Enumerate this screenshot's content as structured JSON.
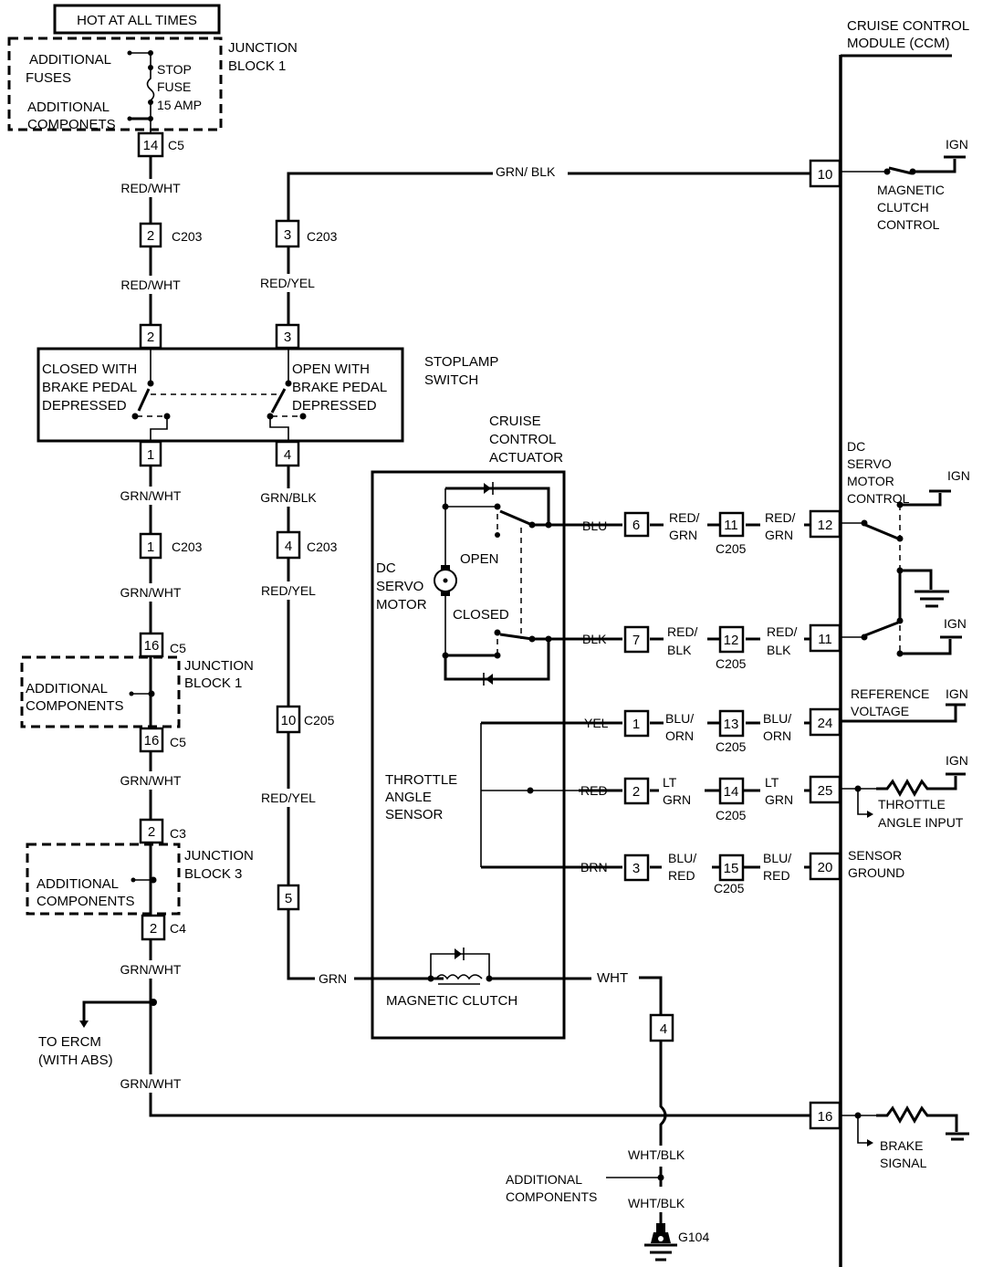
{
  "diagram": {
    "power_label": "HOT AT ALL TIMES",
    "junction_block_1_top": {
      "title_line1": "JUNCTION",
      "title_line2": "BLOCK 1",
      "left_top_line1": "ADDITIONAL",
      "left_top_line2": "FUSES",
      "left_bottom_line1": "ADDITIONAL",
      "left_bottom_line2": "COMPONETS",
      "fuse_line1": "STOP",
      "fuse_line2": "FUSE",
      "fuse_line3": "15 AMP"
    },
    "ccm": {
      "title_line1": "CRUISE CONTROL",
      "title_line2": "MODULE (CCM)",
      "magnetic_clutch_control": [
        "MAGNETIC",
        "CLUTCH",
        "CONTROL"
      ],
      "dc_servo_motor_control": [
        "DC",
        "SERVO",
        "MOTOR",
        "CONTROL"
      ],
      "reference_voltage": [
        "REFERENCE",
        "VOLTAGE"
      ],
      "throttle_angle_input": [
        "THROTTLE",
        "ANGLE INPUT"
      ],
      "sensor_ground": [
        "SENSOR",
        "GROUND"
      ],
      "brake_signal": [
        "BRAKE",
        "SIGNAL"
      ],
      "ign": "IGN",
      "pins": {
        "p10": "10",
        "p12": "12",
        "p11": "11",
        "p24": "24",
        "p25": "25",
        "p20": "20",
        "p16": "16"
      }
    },
    "left_circuit": {
      "c5_pin_top": "14",
      "c5_label": "C5",
      "wire_red_wht_1": "RED/WHT",
      "c203_pin2": "2",
      "c203_label": "C203",
      "wire_red_wht_2": "RED/WHT",
      "switch_pin2": "2",
      "switch_pin1": "1",
      "wire_grn_wht_1": "GRN/WHT",
      "c203_pin1": "1",
      "wire_grn_wht_2": "GRN/WHT",
      "jb1_pin_top": "16",
      "jb1_pin_bottom": "16",
      "c5": "C5",
      "jb1_title_line1": "JUNCTION",
      "jb1_title_line2": "BLOCK 1",
      "jb1_components_line1": "ADDITIONAL",
      "jb1_components_line2": "COMPONENTS",
      "wire_grn_wht_3": "GRN/WHT",
      "jb3_pin_top": "2",
      "c3": "C3",
      "jb3_pin_bottom": "2",
      "c4": "C4",
      "jb3_title_line1": "JUNCTION",
      "jb3_title_line2": "BLOCK 3",
      "jb3_components_line1": "ADDITIONAL",
      "jb3_components_line2": "COMPONENTS",
      "wire_grn_wht_4": "GRN/WHT",
      "to_ercm_line1": "TO ERCM",
      "to_ercm_line2": "(WITH ABS)",
      "wire_grn_wht_5": "GRN/WHT"
    },
    "middle_circuit": {
      "wire_grn_blk_top": "GRN/ BLK",
      "c203_pin3": "3",
      "c203_label": "C203",
      "wire_red_yel_1": "RED/YEL",
      "switch_pin3": "3",
      "switch_pin4": "4",
      "wire_grn_blk": "GRN/BLK",
      "c203_pin4": "4",
      "wire_red_yel_2": "RED/YEL",
      "c205_pin10": "10",
      "c205_label": "C205",
      "wire_red_yel_3": "RED/YEL",
      "actuator_pin5": "5",
      "wire_grn": "GRN"
    },
    "stoplamp_switch": {
      "title_line1": "STOPLAMP",
      "title_line2": "SWITCH",
      "left_contact": [
        "CLOSED WITH",
        "BRAKE PEDAL",
        "DEPRESSED"
      ],
      "right_contact": [
        "OPEN WITH",
        "BRAKE PEDAL",
        "DEPRESSED"
      ]
    },
    "actuator": {
      "title": [
        "CRUISE",
        "CONTROL",
        "ACTUATOR"
      ],
      "motor_label": [
        "DC",
        "SERVO",
        "MOTOR"
      ],
      "open_label": "OPEN",
      "closed_label": "CLOSED",
      "throttle_sensor": [
        "THROTTLE",
        "ANGLE",
        "SENSOR"
      ],
      "magnetic_clutch": "MAGNETIC CLUTCH",
      "wire_wht": "WHT",
      "pin4": "4"
    },
    "harness_rows": [
      {
        "wire": "BLU",
        "act_pin": "6",
        "mid_wire": [
          "RED/",
          "GRN"
        ],
        "c205_pin": "11",
        "c205": "C205",
        "ccm_wire": [
          "RED/",
          "GRN"
        ],
        "ccm_pin": "12"
      },
      {
        "wire": "BLK",
        "act_pin": "7",
        "mid_wire": [
          "RED/",
          "BLK"
        ],
        "c205_pin": "12",
        "c205": "C205",
        "ccm_wire": [
          "RED/",
          "BLK"
        ],
        "ccm_pin": "11"
      },
      {
        "wire": "YEL",
        "act_pin": "1",
        "mid_wire": [
          "BLU/",
          "ORN"
        ],
        "c205_pin": "13",
        "c205": "C205",
        "ccm_wire": [
          "BLU/",
          "ORN"
        ],
        "ccm_pin": "24"
      },
      {
        "wire": "RED",
        "act_pin": "2",
        "mid_wire": [
          "LT",
          "GRN"
        ],
        "c205_pin": "14",
        "c205": "C205",
        "ccm_wire": [
          "LT",
          "GRN"
        ],
        "ccm_pin": "25"
      },
      {
        "wire": "BRN",
        "act_pin": "3",
        "mid_wire": [
          "BLU/",
          "RED"
        ],
        "c205_pin": "15",
        "c205": "C205",
        "ccm_wire": [
          "BLU/",
          "RED"
        ],
        "ccm_pin": "20"
      }
    ],
    "ground": {
      "wire_wht_blk_1": "WHT/BLK",
      "additional_line1": "ADDITIONAL",
      "additional_line2": "COMPONENTS",
      "wire_wht_blk_2": "WHT/BLK",
      "ground_id": "G104"
    }
  }
}
